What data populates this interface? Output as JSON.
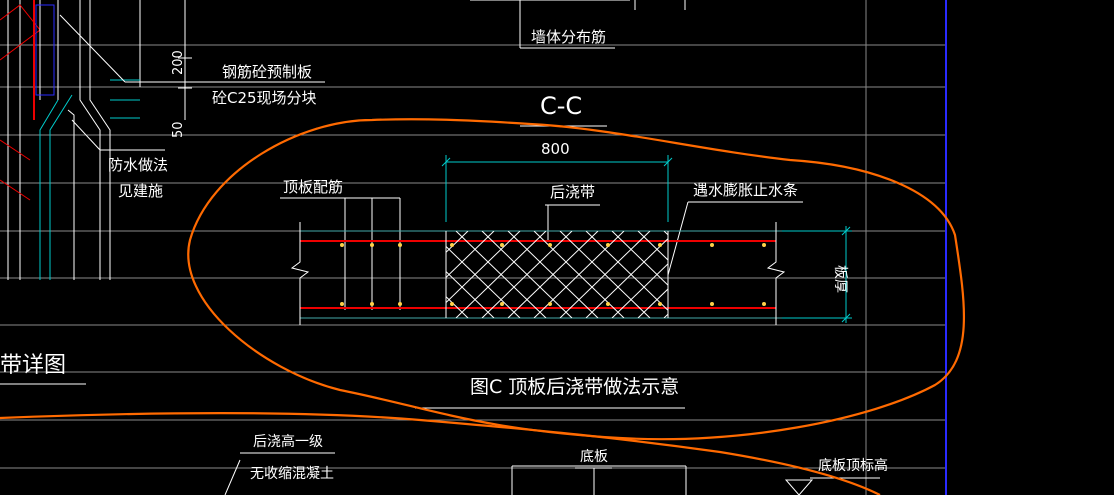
{
  "drawing": {
    "section_label": "C-C",
    "dim_width": "800",
    "dim_200": "200",
    "dim_50": "50",
    "label_wall_dist": "墙体分布筋",
    "label_precast_1": "钢筋砼预制板",
    "label_precast_2": "砼C25现场分块",
    "label_waterproof_1": "防水做法",
    "label_waterproof_2": "见建施",
    "label_slab_rebar": "顶板配筋",
    "label_post_pour": "后浇带",
    "label_water_stop": "遇水膨胀止水条",
    "label_thickness": "板厚",
    "caption": "图C 顶板后浇带做法示意",
    "left_title_partial": "带详图",
    "label_post_pour_higher": "后浇高一级",
    "label_nonshrink": "无收缩混凝土",
    "label_bottom_slab": "底板",
    "label_bottom_top_elev": "底板顶标高"
  },
  "colors": {
    "background": "#000000",
    "text": "#ffffff",
    "rebar": "#e00000",
    "cyan": "#00cccc",
    "markup": "#ff6a00",
    "blue_border": "#2222ff",
    "grid": "#9a9a9a"
  }
}
